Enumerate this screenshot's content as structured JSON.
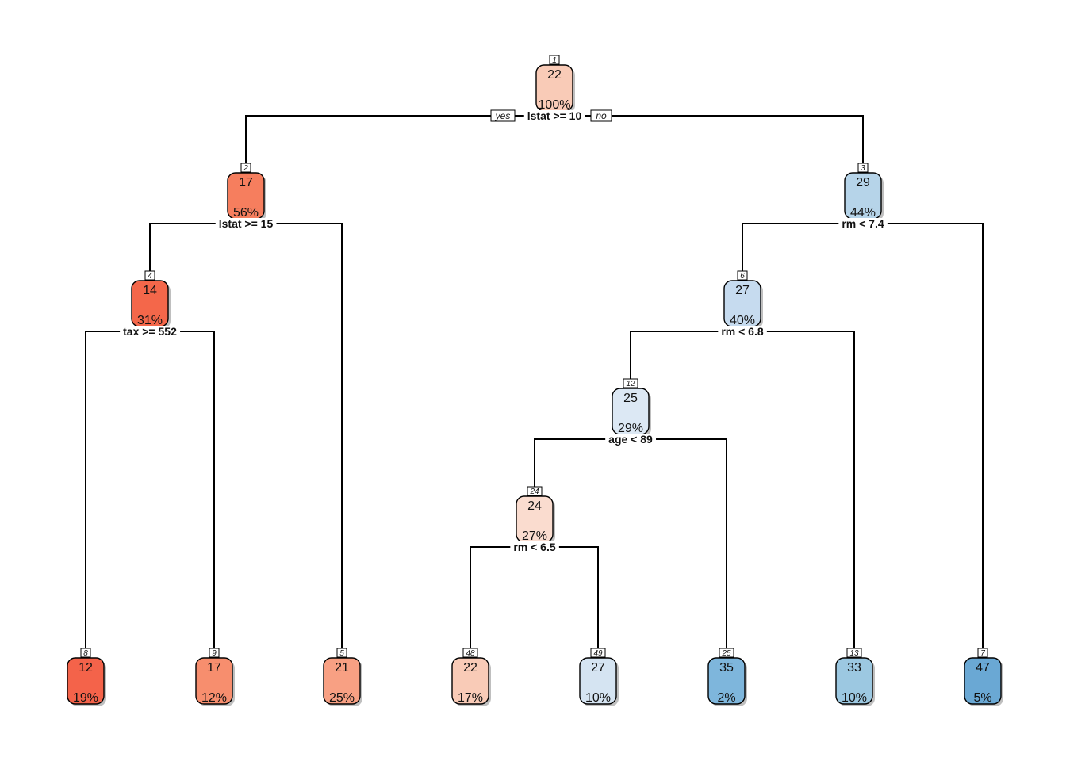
{
  "tree": {
    "branch_labels": {
      "yes": "yes",
      "no": "no"
    },
    "nodes": [
      {
        "id": "1",
        "value": "22",
        "percent": "100%",
        "split": "lstat >= 10",
        "color": "#f9cbb7"
      },
      {
        "id": "2",
        "value": "17",
        "percent": "56%",
        "split": "lstat >= 15",
        "color": "#f67e5e"
      },
      {
        "id": "3",
        "value": "29",
        "percent": "44%",
        "split": "rm < 7.4",
        "color": "#b6d4e9"
      },
      {
        "id": "4",
        "value": "14",
        "percent": "31%",
        "split": "tax >= 552",
        "color": "#f4674a"
      },
      {
        "id": "5",
        "value": "21",
        "percent": "25%",
        "split": "",
        "color": "#f8a083"
      },
      {
        "id": "6",
        "value": "27",
        "percent": "40%",
        "split": "rm < 6.8",
        "color": "#c6dbef"
      },
      {
        "id": "7",
        "value": "47",
        "percent": "5%",
        "split": "",
        "color": "#6aa8d4"
      },
      {
        "id": "8",
        "value": "12",
        "percent": "19%",
        "split": "",
        "color": "#f4634a"
      },
      {
        "id": "9",
        "value": "17",
        "percent": "12%",
        "split": "",
        "color": "#f78e6e"
      },
      {
        "id": "12",
        "value": "25",
        "percent": "29%",
        "split": "age < 89",
        "color": "#dce8f4"
      },
      {
        "id": "13",
        "value": "33",
        "percent": "10%",
        "split": "",
        "color": "#9cc8e1"
      },
      {
        "id": "24",
        "value": "24",
        "percent": "27%",
        "split": "rm < 6.5",
        "color": "#fadccf"
      },
      {
        "id": "25",
        "value": "35",
        "percent": "2%",
        "split": "",
        "color": "#7eb6dc"
      },
      {
        "id": "48",
        "value": "22",
        "percent": "17%",
        "split": "",
        "color": "#f9cbb7"
      },
      {
        "id": "49",
        "value": "27",
        "percent": "10%",
        "split": "",
        "color": "#d5e4f2"
      }
    ]
  }
}
